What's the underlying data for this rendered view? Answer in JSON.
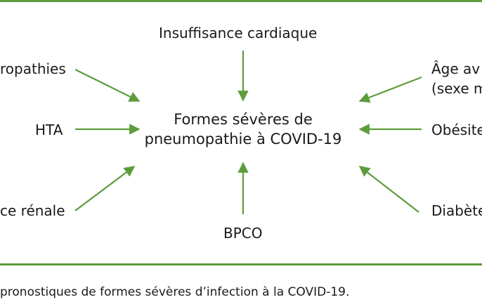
{
  "diagram": {
    "center": {
      "line1": "Formes sévères de",
      "line2": "pneumopathie à COVID-19"
    },
    "factors": {
      "top": "Insuffisance cardiaque",
      "left_top": "ropathies",
      "left_mid": "HTA",
      "left_bottom": "ce rénale",
      "bottom": "BPCO",
      "right_top_line1": "Âge av",
      "right_top_line2": "(sexe m",
      "right_mid": "Obésite",
      "right_bottom": "Diabète"
    },
    "accent_color": "#5c9c3c"
  },
  "caption": "pronostiques de formes sévères d’infection à la COVID-19."
}
